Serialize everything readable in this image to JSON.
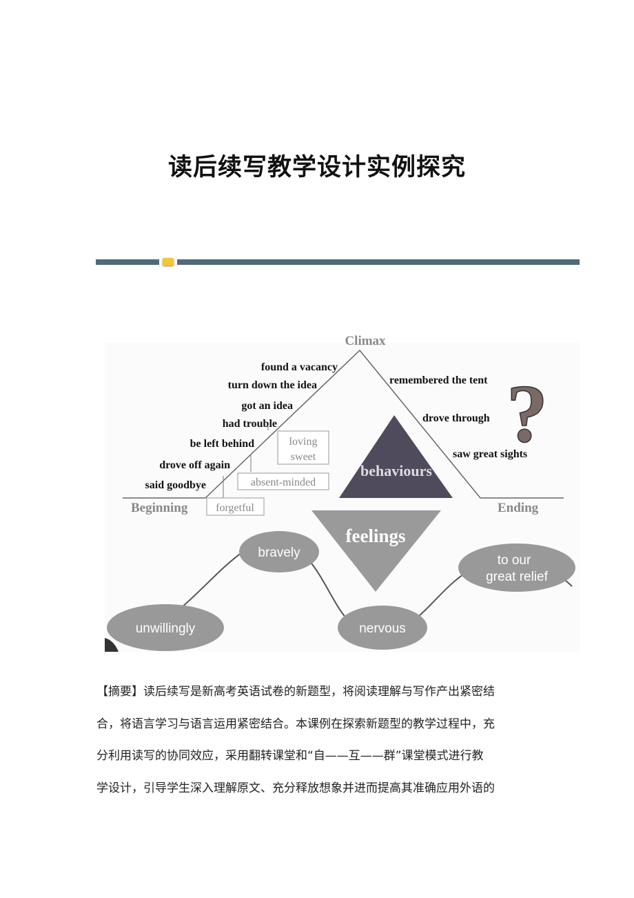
{
  "title": "读后续写教学设计实例探究",
  "diagram": {
    "climax": "Climax",
    "beginning": "Beginning",
    "ending": "Ending",
    "rising": [
      "found a vacancy",
      "turn down the idea",
      "got an idea",
      "had trouble",
      "be left behind",
      "drove off again",
      "said goodbye"
    ],
    "falling": [
      "remembered the tent",
      "drove through",
      "saw great sights"
    ],
    "boxes": {
      "loving": "loving",
      "sweet": "sweet",
      "absent": "absent-minded",
      "forgetful": "forgetful"
    },
    "behaviours": "behaviours",
    "feelings": "feelings",
    "emotions": {
      "bravely": "bravely",
      "unwillingly": "unwillingly",
      "nervous": "nervous",
      "relief1": "to our",
      "relief2": "great relief"
    }
  },
  "abstract": {
    "lines": [
      "【摘要】读后续写是新高考英语试卷的新题型，将阅读理解与写作产出紧密结",
      "合，将语言学习与语言运用紧密结合。本课例在探索新题型的教学过程中，充",
      "分利用读写的协同效应，采用翻转课堂和“自——互——群”课堂模式进行教",
      "学设计，引导学生深入理解原文、充分释放想象并进而提高其准确应用外语的"
    ]
  }
}
